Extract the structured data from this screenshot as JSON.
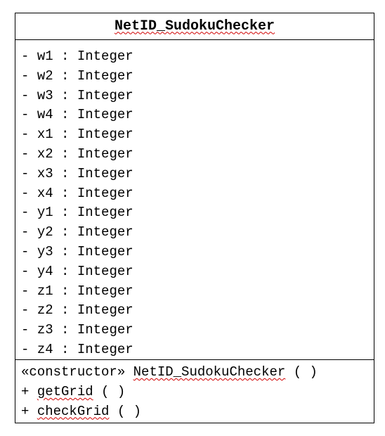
{
  "class_name": "NetID_SudokuChecker",
  "attributes": [
    {
      "visibility": "-",
      "name": "w1",
      "separator": ":",
      "type": "Integer"
    },
    {
      "visibility": "-",
      "name": "w2",
      "separator": ":",
      "type": "Integer"
    },
    {
      "visibility": "-",
      "name": "w3",
      "separator": ":",
      "type": "Integer"
    },
    {
      "visibility": "-",
      "name": "w4",
      "separator": ":",
      "type": "Integer"
    },
    {
      "visibility": "-",
      "name": "x1",
      "separator": ":",
      "type": "Integer"
    },
    {
      "visibility": "-",
      "name": "x2",
      "separator": ":",
      "type": "Integer"
    },
    {
      "visibility": "-",
      "name": "x3",
      "separator": ":",
      "type": "Integer"
    },
    {
      "visibility": "-",
      "name": "x4",
      "separator": ":",
      "type": "Integer"
    },
    {
      "visibility": "-",
      "name": "y1",
      "separator": ":",
      "type": "Integer"
    },
    {
      "visibility": "-",
      "name": "y2",
      "separator": ":",
      "type": "Integer"
    },
    {
      "visibility": "-",
      "name": "y3",
      "separator": ":",
      "type": "Integer"
    },
    {
      "visibility": "-",
      "name": "y4",
      "separator": ":",
      "type": "Integer"
    },
    {
      "visibility": "-",
      "name": "z1",
      "separator": ":",
      "type": "Integer"
    },
    {
      "visibility": "-",
      "name": "z2",
      "separator": ":",
      "type": "Integer"
    },
    {
      "visibility": "-",
      "name": "z3",
      "separator": ":",
      "type": "Integer"
    },
    {
      "visibility": "-",
      "name": "z4",
      "separator": ":",
      "type": "Integer"
    }
  ],
  "methods": [
    {
      "prefix": "«constructor»",
      "name": "NetID_SudokuChecker",
      "params": "( )"
    },
    {
      "prefix": "+",
      "name": "getGrid",
      "params": "( )"
    },
    {
      "prefix": "+",
      "name": "checkGrid",
      "params": "( )"
    }
  ],
  "colors": {
    "border": "#000000",
    "text": "#000000",
    "spellcheck_underline": "#d00000",
    "background": "#ffffff"
  }
}
